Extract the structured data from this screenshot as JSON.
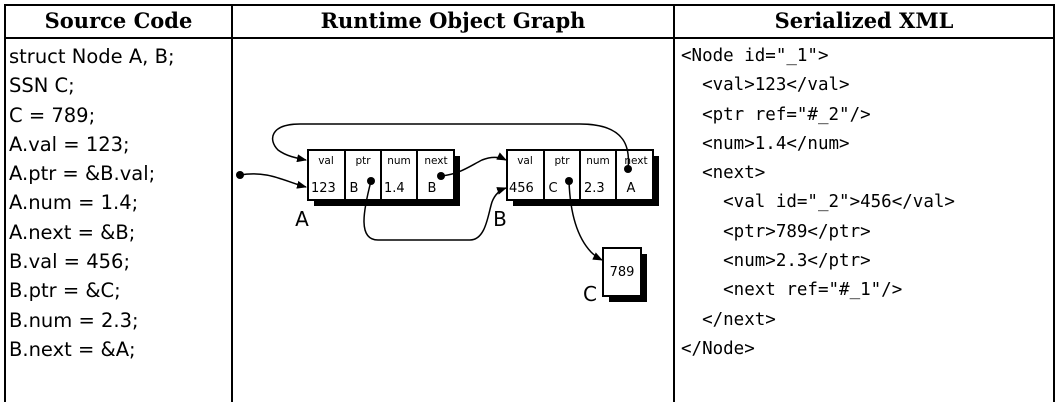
{
  "table": {
    "headers": [
      "Source Code",
      "Runtime Object Graph",
      "Serialized XML"
    ],
    "source_lines": [
      "struct Node A, B;",
      "SSN C;",
      "C = 789;",
      "A.val = 123;",
      "A.ptr = &B.val;",
      "A.num = 1.4;",
      "A.next = &B;",
      "B.val = 456;",
      "B.ptr = &C;",
      "B.num = 2.3;",
      "B.next = &A;"
    ],
    "xml_lines": [
      "<Node id=\"_1\">",
      "  <val>123</val>",
      "  <ptr ref=\"#_2\"/>",
      "  <num>1.4</num>",
      "  <next>",
      "    <val id=\"_2\">456</val>",
      "    <ptr>789</ptr>",
      "    <num>2.3</ptr>",
      "    <next ref=\"#_1\"/>",
      "  </next>",
      "</Node>"
    ]
  },
  "graph": {
    "node_a": {
      "label": "A",
      "field_names": [
        "val",
        "ptr",
        "num",
        "next"
      ],
      "field_values": [
        "123",
        "B",
        "1.4",
        "B"
      ]
    },
    "node_b": {
      "label": "B",
      "field_names": [
        "val",
        "ptr",
        "num",
        "next"
      ],
      "field_values": [
        "456",
        "C",
        "2.3",
        "A"
      ]
    },
    "node_c": {
      "label": "C",
      "value": "789"
    }
  }
}
